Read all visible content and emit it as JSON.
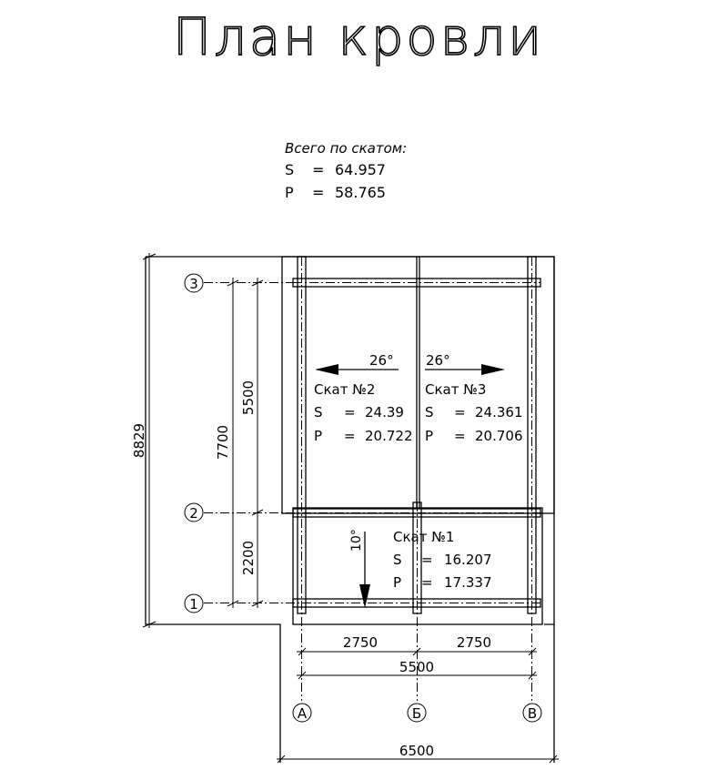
{
  "title": "План кровли",
  "totals": {
    "heading": "Всего по скатом:",
    "s_label": "S",
    "s_value": "64.957",
    "p_label": "P",
    "p_value": "58.765",
    "eq": "="
  },
  "slopes": [
    {
      "name": "Скат №1",
      "s": "16.207",
      "p": "17.337",
      "angle": "10°"
    },
    {
      "name": "Скат №2",
      "s": "24.39",
      "p": "20.722",
      "angle": "26°"
    },
    {
      "name": "Скат №3",
      "s": "24.361",
      "p": "20.706",
      "angle": "26°"
    }
  ],
  "axes": {
    "rows": [
      "1",
      "2",
      "3"
    ],
    "cols": [
      "А",
      "Б",
      "В"
    ]
  },
  "dimensions": {
    "total_height": "8829",
    "row_1_3": "7700",
    "row_2_3": "5500",
    "row_1_2": "2200",
    "col_a_b": "2750",
    "col_b_c": "2750",
    "col_a_c": "5500",
    "total_width": "6500"
  }
}
